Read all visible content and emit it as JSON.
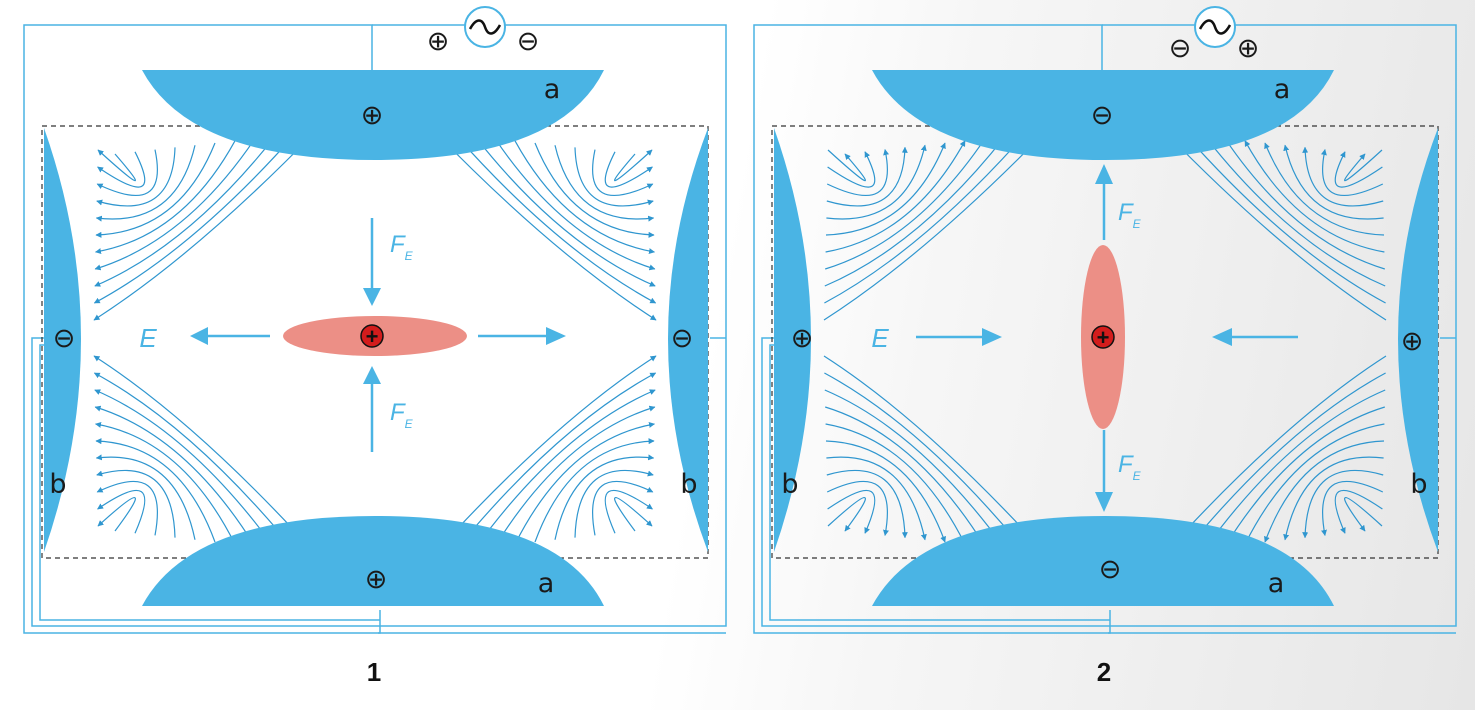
{
  "colors": {
    "electrode": "#4ab4e4",
    "wire": "#4ab4e4",
    "field_line": "#2f96cf",
    "label_blue": "#4ab4e4",
    "particle": "#ec8f86",
    "charge": "#d31c1c",
    "frame": "#333333"
  },
  "diagrams": [
    {
      "caption": "1",
      "source_left_sign": "⊕",
      "source_right_sign": "⊖",
      "a_sign": "⊕",
      "b_sign": "⊖",
      "a_label": "a",
      "b_label": "b",
      "field_label": "E",
      "force_label": "F",
      "force_sub": "E",
      "particle_orientation": "horizontal",
      "particle_charge": "+"
    },
    {
      "caption": "2",
      "source_left_sign": "⊖",
      "source_right_sign": "⊕",
      "a_sign": "⊖",
      "b_sign": "⊕",
      "a_label": "a",
      "b_label": "b",
      "field_label": "E",
      "force_label": "F",
      "force_sub": "E",
      "particle_orientation": "vertical",
      "particle_charge": "+"
    }
  ],
  "source_symbol": "~"
}
